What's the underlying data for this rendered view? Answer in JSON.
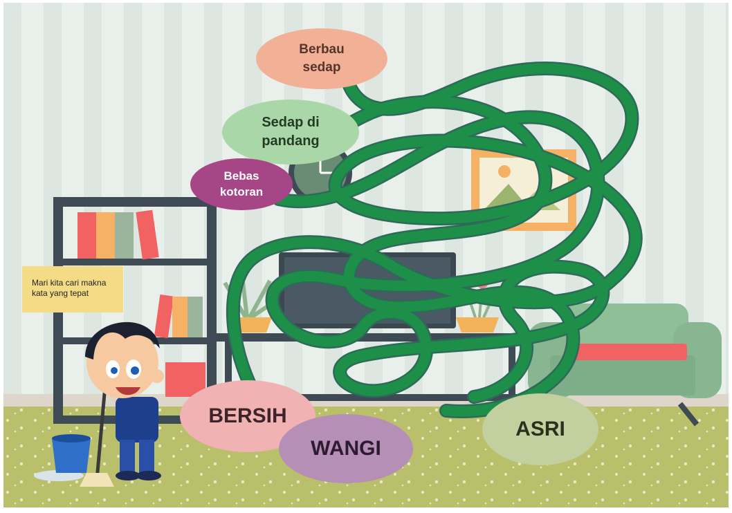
{
  "scene": {
    "speech_bubble": "Mari kita cari makna kata yang tepat"
  },
  "meanings": [
    {
      "id": "berbau-sedap",
      "line1": "Berbau",
      "line2": "sedap",
      "color": "#f2b096"
    },
    {
      "id": "sedap-di-pandang",
      "line1": "Sedap di",
      "line2": "pandang",
      "color": "#a9d7a8"
    },
    {
      "id": "bebas-kotoran",
      "line1": "Bebas",
      "line2": "kotoran",
      "color": "#a74687"
    }
  ],
  "words": [
    {
      "id": "bersih",
      "label": "BERSIH",
      "color": "#f0b2b3"
    },
    {
      "id": "wangi",
      "label": "WANGI",
      "color": "#b58fb6"
    },
    {
      "id": "asri",
      "label": "ASRI",
      "color": "#c2cf9e"
    }
  ],
  "colors": {
    "wall": "#e7ede8",
    "wall_stripe": "#dbe5df",
    "floor": "#b8bf6a",
    "maze_path": "#1e8f49",
    "maze_edge": "#2d6a5a",
    "shelf": "#3e4a54",
    "sofa": "#87b690"
  },
  "icons": [
    "bucket-icon",
    "mop-icon",
    "clock-icon",
    "picture-frame-icon",
    "plant-icon",
    "flower-icon",
    "tv-icon",
    "sofa-icon"
  ]
}
